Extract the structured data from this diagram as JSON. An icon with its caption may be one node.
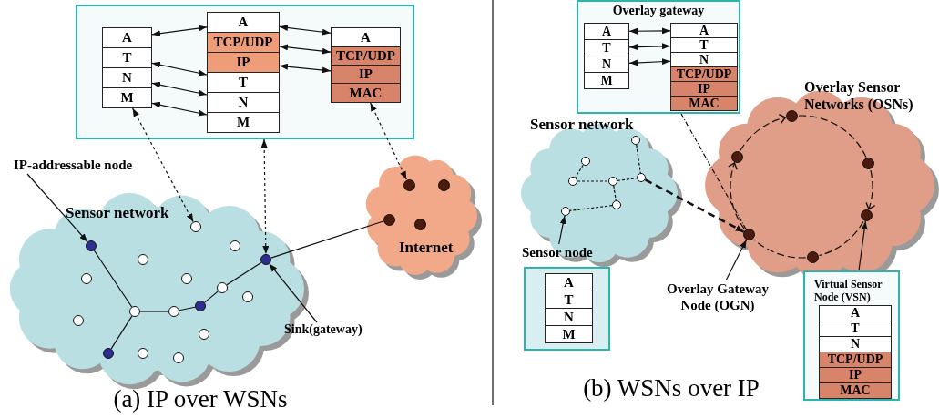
{
  "diagram": {
    "nodes": [
      {
        "text": [],
        "shape": "box"
      },
      {
        "text": [
          "A"
        ],
        "in": 0
      },
      {
        "text": [
          "T"
        ],
        "in": 0
      },
      {
        "text": [
          "N"
        ],
        "in": 0
      },
      {
        "text": [
          "M"
        ],
        "in": 0
      },
      {
        "text": [
          "A"
        ],
        "in": 0
      },
      {
        "text": [
          "TCP/UDP"
        ],
        "in": 0
      },
      {
        "text": [
          "IP"
        ],
        "in": 0
      },
      {
        "text": [
          "T"
        ],
        "in": 0
      },
      {
        "text": [
          "N"
        ],
        "in": 0
      },
      {
        "text": [
          "M"
        ],
        "in": 0
      },
      {
        "text": [
          "A"
        ],
        "in": 0
      },
      {
        "text": [
          "TCP/UDP"
        ],
        "in": 0
      },
      {
        "text": [
          "IP"
        ],
        "in": 0
      },
      {
        "text": [
          "MAC"
        ],
        "in": 0
      },
      {
        "text": [
          "Sensor network"
        ]
      },
      {
        "text": [],
        "shape": "circle",
        "in": 15
      },
      {
        "text": [],
        "shape": "circle",
        "in": 15
      },
      {
        "text": [],
        "shape": "circle",
        "in": 15
      },
      {
        "text": [],
        "shape": "circle",
        "in": 15
      },
      {
        "text": [],
        "shape": "circle",
        "in": 15
      },
      {
        "text": [],
        "shape": "circle",
        "in": 15
      },
      {
        "text": [],
        "shape": "circle",
        "in": 15
      },
      {
        "text": [],
        "shape": "circle",
        "in": 15
      },
      {
        "text": [],
        "shape": "circle",
        "in": 15
      },
      {
        "text": [],
        "shape": "circle",
        "in": 15
      },
      {
        "text": [],
        "shape": "circle",
        "in": 15
      },
      {
        "text": [],
        "shape": "circle",
        "in": 15
      },
      {
        "text": [],
        "shape": "circle",
        "in": 15
      },
      {
        "text": [],
        "shape": "circle",
        "in": 15
      },
      {
        "text": [],
        "shape": "circle",
        "in": 15
      },
      {
        "text": [],
        "shape": "circle",
        "in": 15
      },
      {
        "text": [],
        "shape": "circle",
        "in": 15
      },
      {
        "text": [
          "Internet"
        ]
      },
      {
        "text": [],
        "shape": "circle",
        "in": 33
      },
      {
        "text": [],
        "shape": "circle",
        "in": 33
      },
      {
        "text": [],
        "shape": "circle",
        "in": 33
      },
      {
        "text": [],
        "shape": "circle",
        "in": 33
      },
      {
        "text": [
          "IP-addressable node"
        ]
      },
      {
        "text": [
          "Sink(gateway)"
        ]
      },
      {
        "text": [
          "Overlay gateway"
        ]
      },
      {
        "text": [
          "A"
        ],
        "in": 40
      },
      {
        "text": [
          "T"
        ],
        "in": 40
      },
      {
        "text": [
          "N"
        ],
        "in": 40
      },
      {
        "text": [
          "M"
        ],
        "in": 40
      },
      {
        "text": [
          "A"
        ],
        "in": 40
      },
      {
        "text": [
          "T"
        ],
        "in": 40
      },
      {
        "text": [
          "N"
        ],
        "in": 40
      },
      {
        "text": [
          "TCP/UDP"
        ],
        "in": 40
      },
      {
        "text": [
          "IP"
        ],
        "in": 40
      },
      {
        "text": [
          "MAC"
        ],
        "in": 40
      },
      {
        "text": [
          "Sensor network"
        ]
      },
      {
        "text": [],
        "shape": "circle",
        "in": 51
      },
      {
        "text": [],
        "shape": "circle",
        "in": 51
      },
      {
        "text": [],
        "shape": "circle",
        "in": 51
      },
      {
        "text": [],
        "shape": "circle",
        "in": 51
      },
      {
        "text": [],
        "shape": "circle",
        "in": 51
      },
      {
        "text": [],
        "shape": "circle",
        "in": 51
      },
      {
        "text": [],
        "shape": "circle",
        "in": 51
      },
      {
        "text": [
          "Sensor node"
        ]
      },
      {
        "text": [],
        "shape": "box"
      },
      {
        "text": [
          "A"
        ],
        "in": 60
      },
      {
        "text": [
          "T"
        ],
        "in": 60
      },
      {
        "text": [
          "N"
        ],
        "in": 60
      },
      {
        "text": [
          "M"
        ],
        "in": 60
      },
      {
        "text": [
          "Overlay Sensor Networks (OSNs)"
        ]
      },
      {
        "text": [],
        "shape": "circle",
        "in": 65
      },
      {
        "text": [],
        "shape": "circle",
        "in": 65
      },
      {
        "text": [],
        "shape": "circle",
        "in": 65
      },
      {
        "text": [],
        "shape": "circle",
        "in": 65
      },
      {
        "text": [],
        "shape": "circle",
        "in": 65
      },
      {
        "text": [],
        "shape": "circle",
        "in": 65
      },
      {
        "text": [
          "Overlay Gateway Node (OGN)"
        ]
      },
      {
        "text": [
          "Virtual Sensor Node (VSN)"
        ]
      },
      {
        "text": [
          "A"
        ],
        "in": 73
      },
      {
        "text": [
          "T"
        ],
        "in": 73
      },
      {
        "text": [
          "N"
        ],
        "in": 73
      },
      {
        "text": [
          "TCP/UDP"
        ],
        "in": 73
      },
      {
        "text": [
          "IP"
        ],
        "in": 73
      },
      {
        "text": [
          "MAC"
        ],
        "in": 73
      }
    ],
    "edges": [
      {
        "from": 1,
        "to": 5,
        "arrow": "both"
      },
      {
        "from": 2,
        "to": 8,
        "arrow": "both"
      },
      {
        "from": 3,
        "to": 9,
        "arrow": "both"
      },
      {
        "from": 4,
        "to": 10,
        "arrow": "both"
      },
      {
        "from": 5,
        "to": 11,
        "arrow": "both"
      },
      {
        "from": 6,
        "to": 12,
        "arrow": "both"
      },
      {
        "from": 7,
        "to": 13,
        "arrow": "both"
      },
      {
        "from": 4,
        "to": 26,
        "arrow": "both",
        "style": "dashed"
      },
      {
        "from": 0,
        "to": 32,
        "arrow": "both",
        "style": "dashed"
      },
      {
        "from": 14,
        "to": 35,
        "arrow": "both",
        "style": "dashed"
      },
      {
        "from": 18,
        "to": 20,
        "arrow": "none"
      },
      {
        "from": 20,
        "to": 19,
        "arrow": "none"
      },
      {
        "from": 20,
        "to": 23,
        "arrow": "none"
      },
      {
        "from": 23,
        "to": 27,
        "arrow": "none"
      },
      {
        "from": 27,
        "to": 29,
        "arrow": "none"
      },
      {
        "from": 29,
        "to": 32,
        "arrow": "none"
      },
      {
        "from": 32,
        "to": 34,
        "arrow": "none"
      },
      {
        "from": 38,
        "to": 18,
        "arrow": "to"
      },
      {
        "from": 39,
        "to": 32,
        "arrow": "to"
      },
      {
        "from": 41,
        "to": 45,
        "arrow": "both"
      },
      {
        "from": 42,
        "to": 46,
        "arrow": "both"
      },
      {
        "from": 43,
        "to": 47,
        "arrow": "both"
      },
      {
        "from": 57,
        "to": 58,
        "arrow": "none",
        "style": "dashed"
      },
      {
        "from": 54,
        "to": 53,
        "arrow": "none",
        "style": "dashed"
      },
      {
        "from": 53,
        "to": 55,
        "arrow": "none",
        "style": "dashed"
      },
      {
        "from": 55,
        "to": 58,
        "arrow": "none",
        "style": "dashed"
      },
      {
        "from": 55,
        "to": 56,
        "arrow": "none",
        "style": "dashed"
      },
      {
        "from": 56,
        "to": 52,
        "arrow": "none",
        "style": "dashed"
      },
      {
        "from": 58,
        "to": 67,
        "arrow": "to",
        "style": "dashed"
      },
      {
        "from": 40,
        "to": 67,
        "arrow": "none",
        "style": "dashed"
      },
      {
        "from": 59,
        "to": 52,
        "arrow": "to"
      },
      {
        "from": 68,
        "to": 70,
        "arrow": "none",
        "style": "dashed"
      },
      {
        "from": 70,
        "to": 71,
        "arrow": "to",
        "style": "dashed"
      },
      {
        "from": 71,
        "to": 69,
        "arrow": "none",
        "style": "dashed"
      },
      {
        "from": 69,
        "to": 67,
        "arrow": "none",
        "style": "dashed"
      },
      {
        "from": 67,
        "to": 66,
        "arrow": "to",
        "style": "dashed"
      },
      {
        "from": 66,
        "to": 68,
        "arrow": "to",
        "style": "dashed"
      },
      {
        "from": 72,
        "to": 67,
        "arrow": "to"
      },
      {
        "from": 73,
        "to": 71,
        "arrow": "to"
      }
    ],
    "labels": [
      "(a) IP over WSNs",
      "(b) WSNs over IP"
    ]
  }
}
